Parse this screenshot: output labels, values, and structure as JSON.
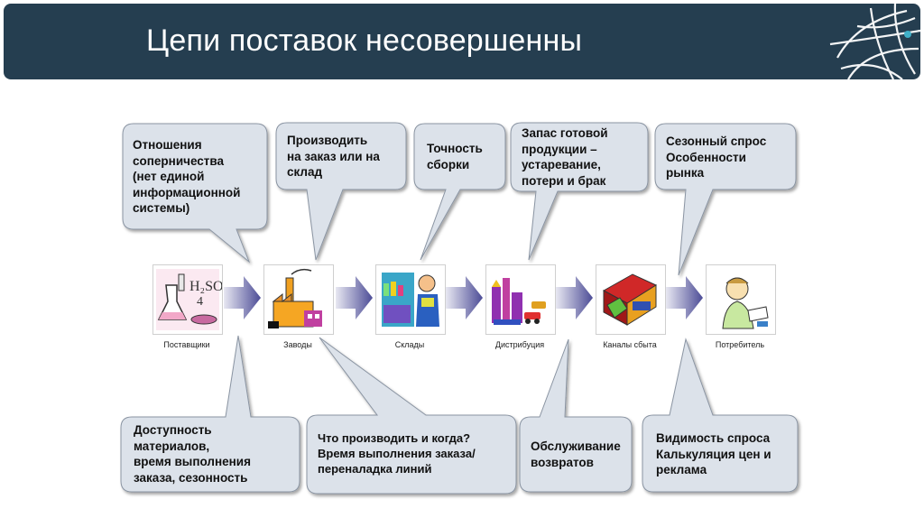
{
  "title": "Цепи поставок несовершенны",
  "stages": [
    {
      "label": "Поставщики",
      "icon": "chemistry-lab-icon"
    },
    {
      "label": "Заводы",
      "icon": "factory-icon"
    },
    {
      "label": "Склады",
      "icon": "warehouse-worker-icon"
    },
    {
      "label": "Дистрибуция",
      "icon": "distribution-trucks-icon"
    },
    {
      "label": "Каналы сбыта",
      "icon": "cash-register-icon"
    },
    {
      "label": "Потребитель",
      "icon": "consumer-icon"
    }
  ],
  "top_callouts": [
    "Отношения\nсоперничества\n(нет единой\nинформационной\nсистемы)",
    "Производить\nна заказ или на\nсклад",
    "Точность\nсборки",
    "Запас готовой\nпродукции –\nустаревание,\nпотери и брак",
    "Сезонный спрос\n Особенности\nрынка"
  ],
  "bottom_callouts": [
    "Доступность\nматериалов,\nвремя выполнения\nзаказа, сезонность",
    "Что производить и когда?\nВремя выполнения заказа/\nпереналадка линий",
    "Обслуживание\nвозвратов",
    "Видимость спроса\nКалькуляция цен и\nреклама"
  ],
  "colors": {
    "header_bg": "#253e50",
    "callout_fill": "#dce2ea",
    "callout_stroke": "#8a94a2",
    "arrow": "#5a5a9e"
  }
}
